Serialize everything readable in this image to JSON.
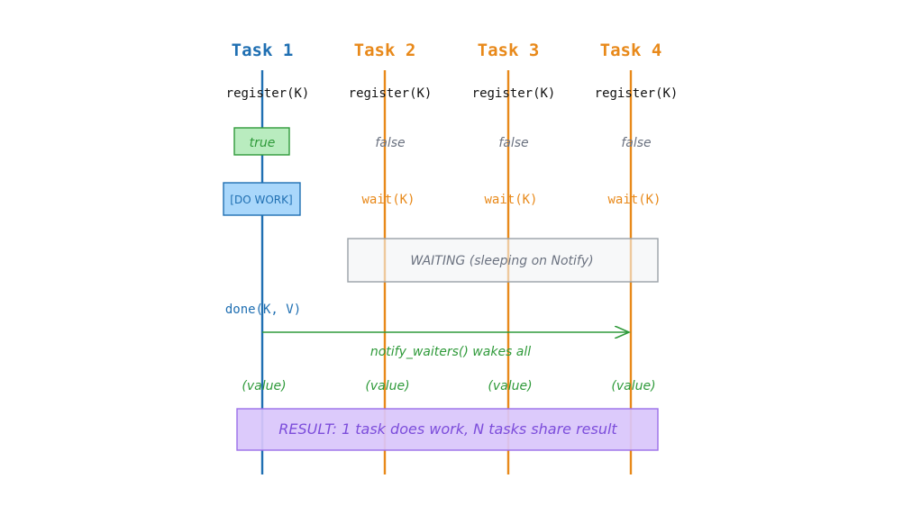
{
  "colors": {
    "task1": "#1f6fb2",
    "other_tasks": "#e8891a",
    "green": "#2f9a3a",
    "true_fill": "#b9ecbf",
    "work_fill": "#a9d7fb",
    "gray_text": "#6b7280",
    "waiting_fill": "#f1f3f5",
    "waiting_border": "#9aa1a8",
    "result_fill": "#d9c6fb",
    "result_border": "#9b6fe8",
    "result_text": "#7c4ddb"
  },
  "tasks": [
    {
      "label": "Task 1",
      "register": "register(K)",
      "result": "true"
    },
    {
      "label": "Task 2",
      "register": "register(K)",
      "result": "false",
      "wait": "wait(K)"
    },
    {
      "label": "Task 3",
      "register": "register(K)",
      "result": "false",
      "wait": "wait(K)"
    },
    {
      "label": "Task 4",
      "register": "register(K)",
      "result": "false",
      "wait": "wait(K)"
    }
  ],
  "do_work": "[DO WORK]",
  "waiting": "WAITING (sleeping on Notify)",
  "done": "done(K, V)",
  "notify": "notify_waiters() wakes all",
  "value_label": "(value)",
  "result_banner": "RESULT: 1 task does work, N tasks share result"
}
